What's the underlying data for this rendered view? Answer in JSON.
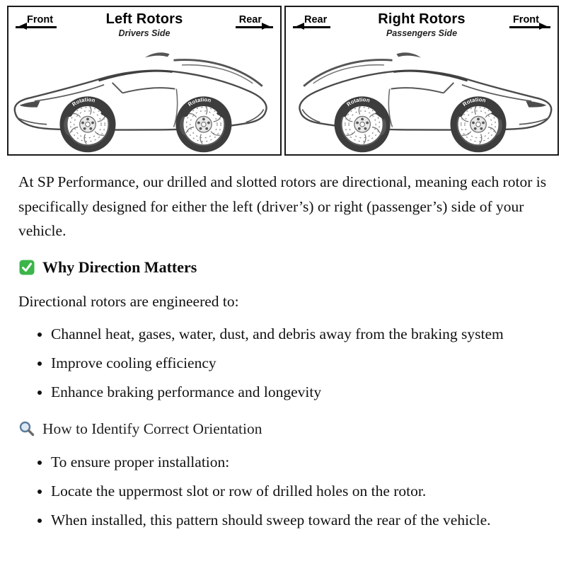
{
  "panels": [
    {
      "left_arrow": "Front",
      "title": "Left Rotors",
      "subtitle": "Drivers Side",
      "right_arrow": "Rear",
      "rotation_label": "Rotation",
      "illustration": "car-side-view-facing-left-with-drilled-slotted-rotors"
    },
    {
      "left_arrow": "Rear",
      "title": "Right Rotors",
      "subtitle": "Passengers Side",
      "right_arrow": "Front",
      "rotation_label": "Rotation",
      "illustration": "car-side-view-facing-right-with-drilled-slotted-rotors"
    }
  ],
  "intro": "At SP Performance, our drilled and slotted rotors are directional, meaning each rotor is specifically designed for either the left (driver’s) or right (passenger’s) side of your vehicle.",
  "sections": [
    {
      "icon": "check-icon",
      "heading": "Why Direction Matters",
      "lead": "Directional rotors are engineered to:",
      "bullets": [
        "Channel heat, gases, water, dust, and debris away from the braking system",
        "Improve cooling efficiency",
        "Enhance braking performance and longevity"
      ]
    },
    {
      "icon": "magnifier-icon",
      "heading": "How to Identify Correct Orientation",
      "lead": "",
      "bullets": [
        "To ensure proper installation:",
        "Locate the uppermost slot or row of drilled holes on the rotor.",
        "When installed, this pattern should sweep toward the rear of the vehicle."
      ]
    }
  ],
  "colors": {
    "check_green": "#3cb54a",
    "line_art": "#4a4a4a",
    "text": "#111111"
  }
}
